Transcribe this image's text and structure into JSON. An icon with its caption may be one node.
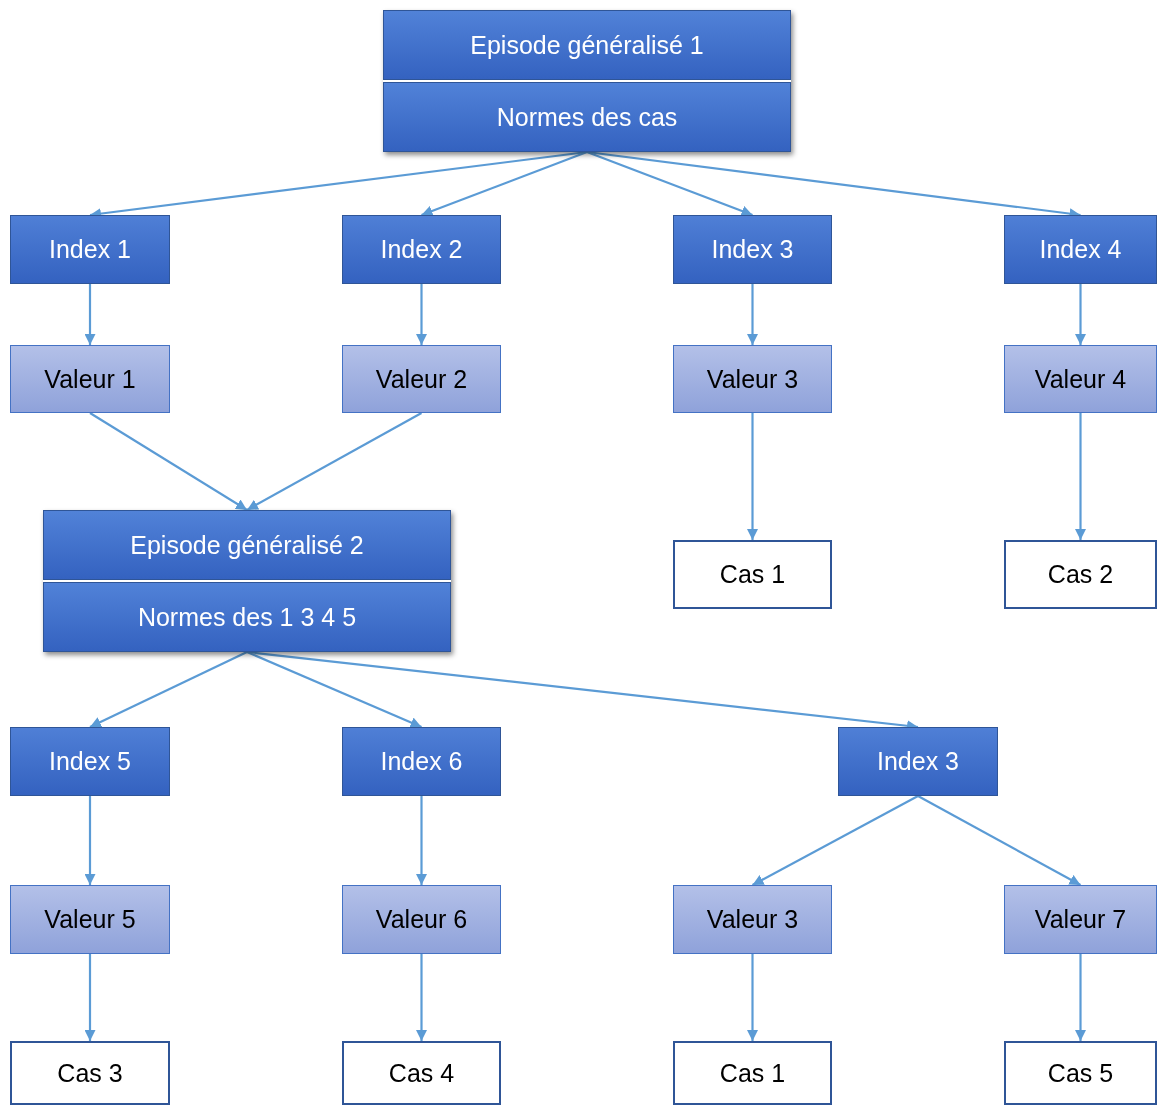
{
  "diagram": {
    "nodes": [
      {
        "text": [
          "Episode généralisé 1",
          "Normes des cas"
        ]
      },
      {
        "text": [
          "Index 1"
        ]
      },
      {
        "text": [
          "Index 2"
        ]
      },
      {
        "text": [
          "Index 3"
        ]
      },
      {
        "text": [
          "Index 4"
        ]
      },
      {
        "text": [
          "Valeur 1"
        ]
      },
      {
        "text": [
          "Valeur 2"
        ]
      },
      {
        "text": [
          "Valeur 3"
        ]
      },
      {
        "text": [
          "Valeur 4"
        ]
      },
      {
        "text": [
          "Episode généralisé 2",
          "Normes des 1 3 4 5"
        ]
      },
      {
        "text": [
          "Cas 1"
        ]
      },
      {
        "text": [
          "Cas 2"
        ]
      },
      {
        "text": [
          "Index 5"
        ]
      },
      {
        "text": [
          "Index 6"
        ]
      },
      {
        "text": [
          "Index 3"
        ]
      },
      {
        "text": [
          "Valeur 5"
        ]
      },
      {
        "text": [
          "Valeur 6"
        ]
      },
      {
        "text": [
          "Valeur 3"
        ]
      },
      {
        "text": [
          "Valeur 7"
        ]
      },
      {
        "text": [
          "Cas 3"
        ]
      },
      {
        "text": [
          "Cas 4"
        ]
      },
      {
        "text": [
          "Cas 1"
        ]
      },
      {
        "text": [
          "Cas 5"
        ]
      }
    ],
    "edges": [
      {
        "from": 0,
        "to": 1,
        "arrow": "to"
      },
      {
        "from": 0,
        "to": 2,
        "arrow": "to"
      },
      {
        "from": 0,
        "to": 3,
        "arrow": "to"
      },
      {
        "from": 0,
        "to": 4,
        "arrow": "to"
      },
      {
        "from": 1,
        "to": 5,
        "arrow": "to"
      },
      {
        "from": 2,
        "to": 6,
        "arrow": "to"
      },
      {
        "from": 3,
        "to": 7,
        "arrow": "to"
      },
      {
        "from": 4,
        "to": 8,
        "arrow": "to"
      },
      {
        "from": 5,
        "to": 9,
        "arrow": "to"
      },
      {
        "from": 6,
        "to": 9,
        "arrow": "to"
      },
      {
        "from": 7,
        "to": 10,
        "arrow": "to"
      },
      {
        "from": 8,
        "to": 11,
        "arrow": "to"
      },
      {
        "from": 9,
        "to": 12,
        "arrow": "to"
      },
      {
        "from": 9,
        "to": 13,
        "arrow": "to"
      },
      {
        "from": 9,
        "to": 14,
        "arrow": "to"
      },
      {
        "from": 12,
        "to": 15,
        "arrow": "to"
      },
      {
        "from": 13,
        "to": 16,
        "arrow": "to"
      },
      {
        "from": 14,
        "to": 17,
        "arrow": "to"
      },
      {
        "from": 14,
        "to": 18,
        "arrow": "to"
      },
      {
        "from": 15,
        "to": 19,
        "arrow": "to"
      },
      {
        "from": 16,
        "to": 20,
        "arrow": "to"
      },
      {
        "from": 17,
        "to": 21,
        "arrow": "to"
      },
      {
        "from": 18,
        "to": 22,
        "arrow": "to"
      }
    ]
  }
}
